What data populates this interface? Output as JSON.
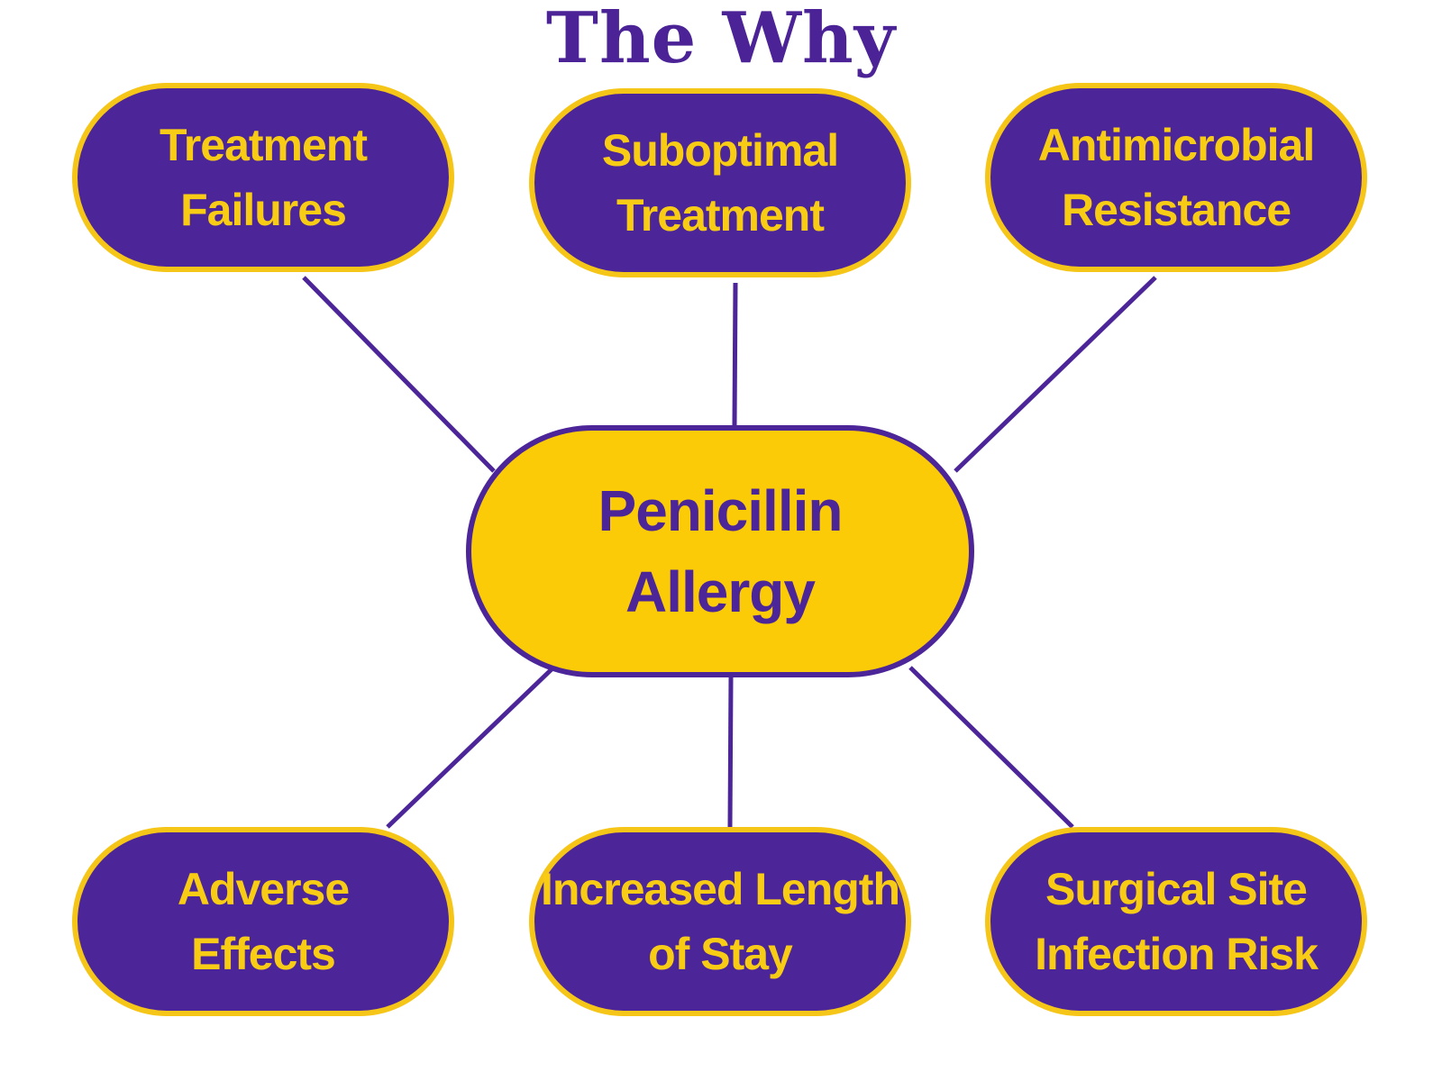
{
  "title": "The Why",
  "colors": {
    "purple": "#4c2599",
    "yellow": "#f8cc15",
    "background": "#ffffff"
  },
  "center": {
    "label": "Penicillin\nAllergy"
  },
  "consequences": [
    {
      "label": "Treatment\nFailures"
    },
    {
      "label": "Suboptimal\nTreatment"
    },
    {
      "label": "Antimicrobial\nResistance"
    },
    {
      "label": "Adverse\nEffects"
    },
    {
      "label": "Increased Length\nof Stay"
    },
    {
      "label": "Surgical Site\nInfection Risk"
    }
  ]
}
